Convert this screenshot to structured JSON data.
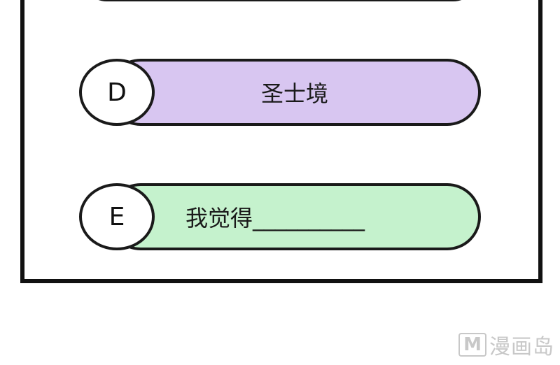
{
  "options": [
    {
      "letter": "D",
      "text": "圣士境",
      "color": "#d8c6f1"
    },
    {
      "letter": "E",
      "text": "我觉得__________",
      "color": "#c5f2cd"
    }
  ],
  "watermark": {
    "logo": "M",
    "text": "漫画岛"
  }
}
